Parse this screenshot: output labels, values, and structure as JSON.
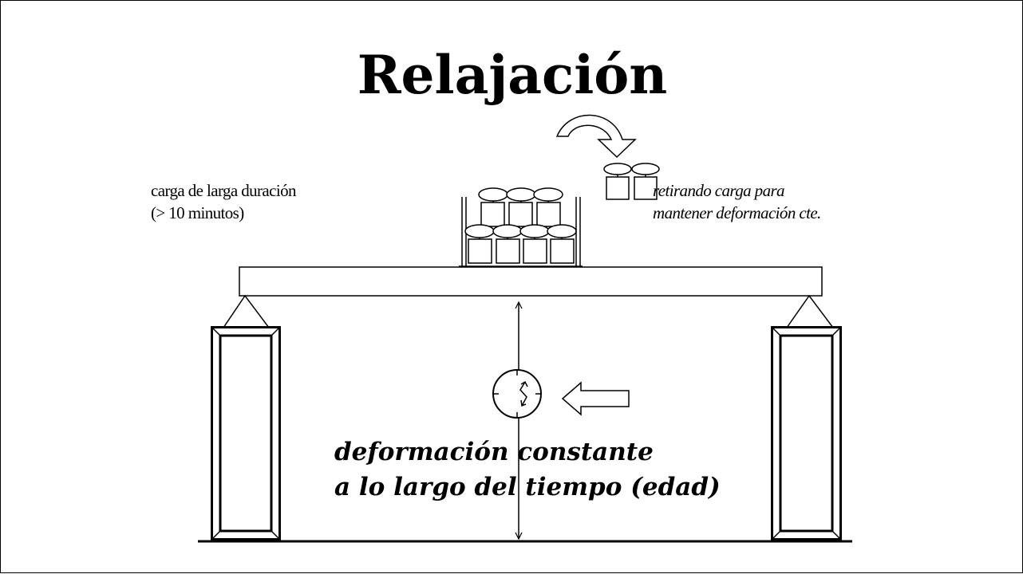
{
  "slide": {
    "title": "Relajación",
    "left_note": {
      "line1": "carga de larga duración",
      "line2": "(> 10 minutos)"
    },
    "right_note": {
      "line1": "retirando carga para",
      "line2": "mantener deformación cte."
    },
    "caption": {
      "line1": "deformación constante",
      "line2": "a lo largo del tiempo (edad)"
    }
  },
  "style": {
    "ink": "#000000",
    "background": "#ffffff"
  },
  "icons": [
    "curved-arrow-icon",
    "clock-icon",
    "left-arrow-icon",
    "weight-icon"
  ]
}
